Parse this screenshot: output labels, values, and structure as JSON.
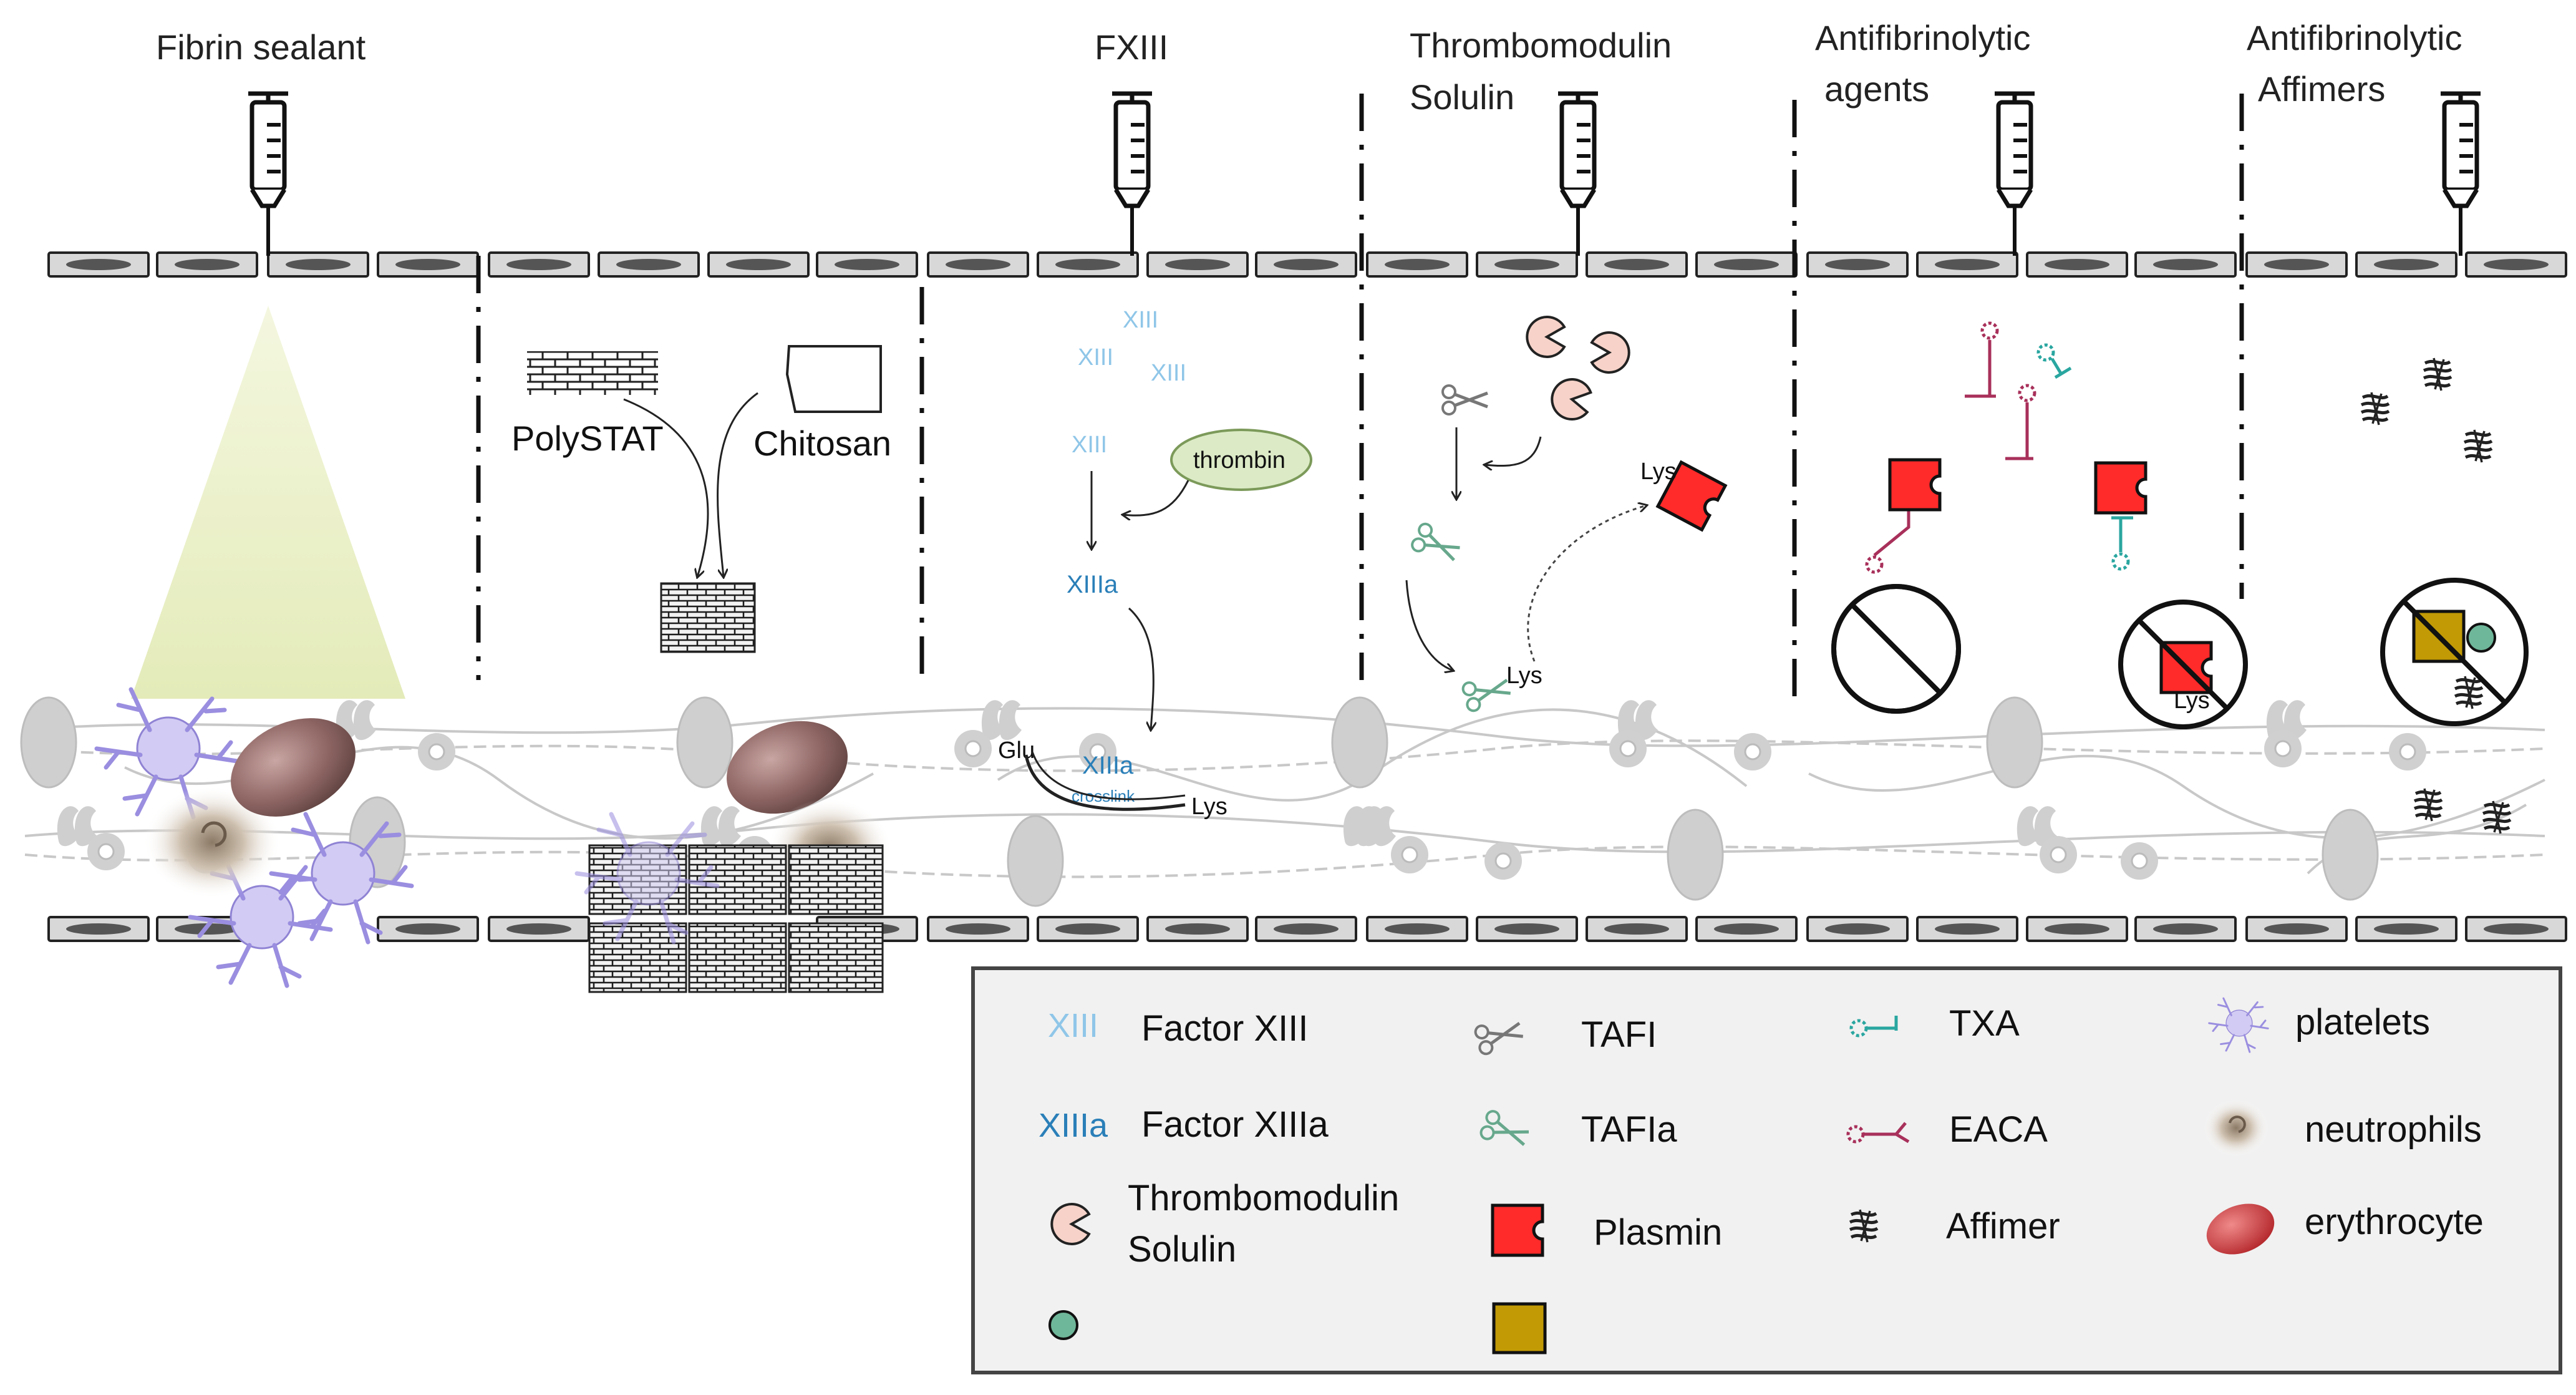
{
  "panels": [
    {
      "id": "fibrin",
      "title_lines": [
        "Fibrin sealant"
      ]
    },
    {
      "id": "fxiii",
      "title_lines": [
        "FXIII"
      ]
    },
    {
      "id": "thrombomodulin",
      "title_lines": [
        "Thrombomodulin",
        "Solulin"
      ]
    },
    {
      "id": "antifib_agents",
      "title_lines": [
        "Antifibrinolytic",
        "agents"
      ]
    },
    {
      "id": "antifib_affimers",
      "title_lines": [
        "Antifibrinolytic",
        "Affimers"
      ]
    }
  ],
  "labels": {
    "polystat": "PolySTAT",
    "chitosan": "Chitosan",
    "xiii": "XIII",
    "xiiia": "XIIIa",
    "thrombin": "thrombin",
    "glu": "Glu",
    "lys": "Lys",
    "crosslink": "crosslink"
  },
  "legend": {
    "items": [
      {
        "id": "factor-xiii",
        "symbol_text": "XIII",
        "label": "Factor XIII"
      },
      {
        "id": "factor-xiiia",
        "symbol_text": "XIIIa",
        "label": "Factor XIIIa"
      },
      {
        "id": "thrombomodulin",
        "label_lines": [
          "Thrombomodulin",
          "Solulin"
        ]
      },
      {
        "id": "green-circle",
        "label": ""
      },
      {
        "id": "tafi",
        "label": "TAFI"
      },
      {
        "id": "tafia",
        "label": "TAFIa"
      },
      {
        "id": "plasmin",
        "label": "Plasmin"
      },
      {
        "id": "gold-square",
        "label": ""
      },
      {
        "id": "txa",
        "label": "TXA"
      },
      {
        "id": "eaca",
        "label": "EACA"
      },
      {
        "id": "affimer",
        "label": "Affimer"
      },
      {
        "id": "platelets",
        "label": "platelets"
      },
      {
        "id": "neutrophils",
        "label": "neutrophils"
      },
      {
        "id": "erythrocyte",
        "label": "erythrocyte"
      }
    ]
  },
  "colors": {
    "xiii": "#8fc6e8",
    "xiiia": "#2a7fb8",
    "plasmin": "#ff2a2a",
    "txa": "#2aa6a0",
    "eaca": "#a8305a",
    "thrombomodulin": "#f6d2c8",
    "green_circle": "#6fb79a",
    "gold_square": "#c29a05",
    "platelet": "#c7bff0",
    "erythrocyte": "#a07a78",
    "thrombin_fill": "#dcebc6",
    "cone": "#e9efc6"
  },
  "icons": [
    "syringe-icon",
    "scissors-icon",
    "plasmin-icon",
    "affimer-icon",
    "platelet-icon",
    "erythrocyte-icon",
    "neutrophil-icon",
    "thrombomodulin-icon",
    "prohibition-icon",
    "brick-patch-icon"
  ]
}
